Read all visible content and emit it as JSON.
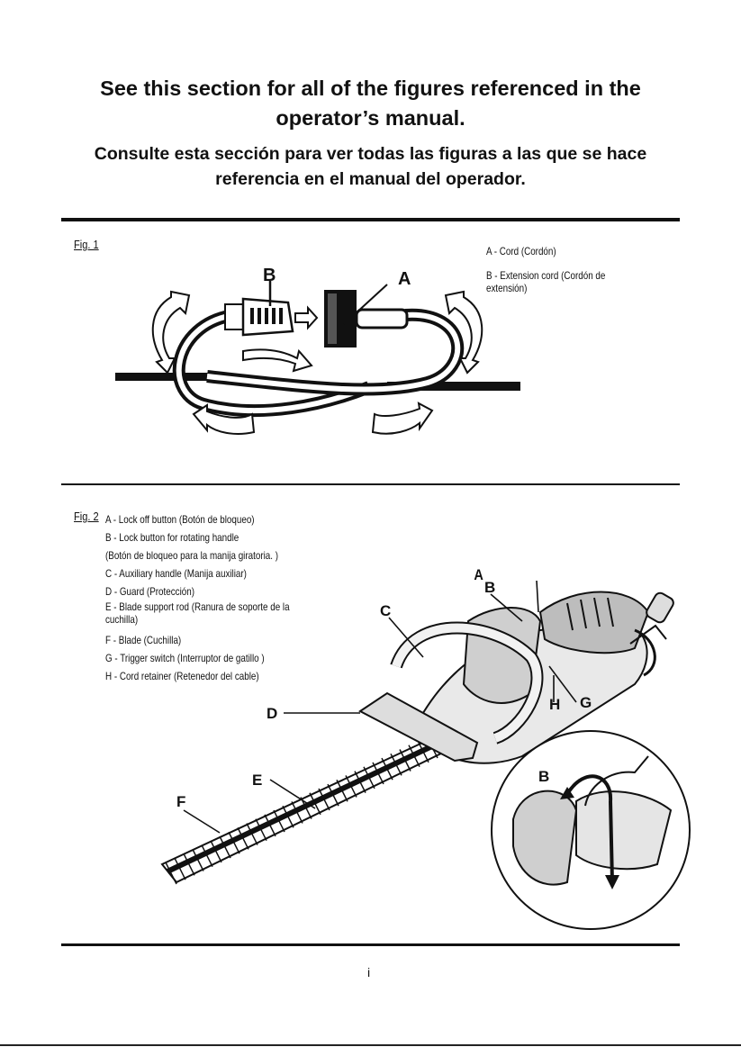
{
  "header": {
    "title_en_line1": "See this section for all of the figures referenced in the",
    "title_en_line2": "operator’s manual.",
    "title_es_line1": "Consulte esta sección para ver todas las figuras a las que se hace",
    "title_es_line2": "referencia en el manual del operador."
  },
  "fig1": {
    "label": "Fig. 1",
    "legend": [
      "A - Cord (Cordón)",
      "B - Extension cord (Cordón de",
      "extensión)"
    ],
    "callouts": {
      "a": "A",
      "b": "B"
    }
  },
  "fig2": {
    "label": "Fig. 2",
    "legend": [
      "A - Lock off button (Botón de bloqueo)",
      "B - Lock button for rotating handle",
      "(Botón de bloqueo para la manija giratoria. )",
      "C - Auxiliary handle (Manija auxiliar)",
      "D - Guard (Protección)",
      "E - Blade support rod (Ranura de soporte de la",
      "cuchilla)",
      "F - Blade (Cuchilla)",
      "G - Trigger switch (Interruptor de gatillo )",
      "H - Cord retainer (Retenedor del cable)"
    ],
    "callouts": {
      "a": "A",
      "b": "B",
      "c": "C",
      "d": "D",
      "e": "E",
      "f": "F",
      "g": "G",
      "h": "H",
      "detail_b": "B"
    }
  },
  "footer": {
    "page_number": "i"
  }
}
